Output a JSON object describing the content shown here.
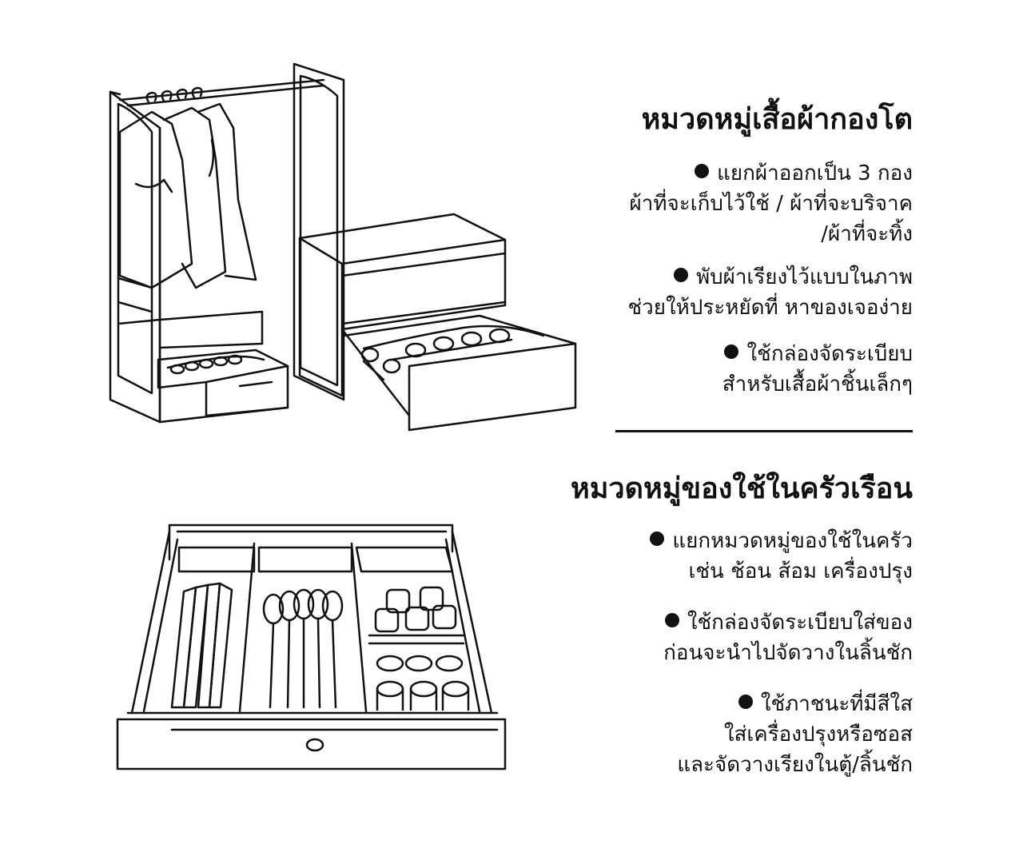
{
  "sections": [
    {
      "title": "หมวดหมู่เสื้อผ้ากองโต",
      "items": [
        [
          "แยกผ้าออกเป็น 3 กอง",
          "ผ้าที่จะเก็บไว้ใช้ / ผ้าที่จะบริจาค",
          "/ผ้าที่จะทิ้ง"
        ],
        [
          "พับผ้าเรียงไว้แบบในภาพ",
          "ช่วยให้ประหยัดที่ หาของเจอง่าย"
        ],
        [
          "ใช้กล่องจัดระเบียบ",
          "สำหรับเสื้อผ้าชิ้นเล็กๆ"
        ]
      ]
    },
    {
      "title": "หมวดหมู่ของใช้ในครัวเรือน",
      "items": [
        [
          "แยกหมวดหมู่ของใช้ในครัว",
          "เช่น ช้อน ส้อม เครื่องปรุง"
        ],
        [
          "ใช้กล่องจัดระเบียบใส่ของ",
          "ก่อนจะนำไปจัดวางในลิ้นชัก"
        ],
        [
          "ใช้ภาชนะที่มีสีใส",
          "ใส่เครื่องปรุงหรือซอส",
          "และจัดวางเรียงในตู้/ลิ้นชัก"
        ]
      ]
    }
  ]
}
